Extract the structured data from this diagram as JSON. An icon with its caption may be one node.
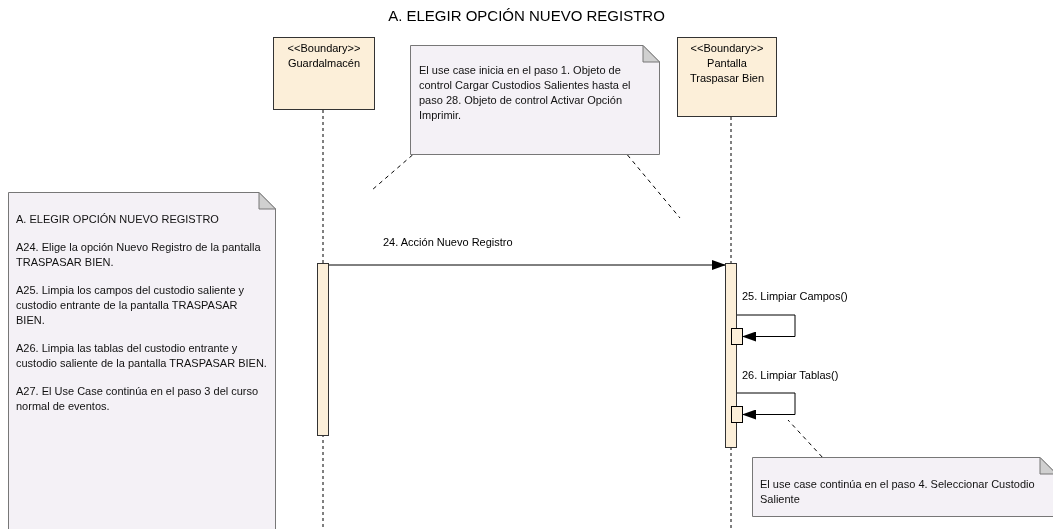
{
  "diagram": {
    "title": "A. ELEGIR OPCIÓN NUEVO REGISTRO",
    "nodes": [
      {
        "text": [
          "<<Boundary>>",
          "Guardalmacén"
        ]
      },
      {
        "text": [
          "<<Boundary>>",
          "Pantalla Traspasar Bien"
        ]
      },
      {
        "text": [
          "El use case inicia en el paso 1. Objeto de control Cargar Custodios Salientes hasta el paso 28. Objeto de control Activar Opción Imprimir."
        ]
      },
      {
        "text": [
          "A. ELEGIR OPCIÓN NUEVO REGISTRO",
          "A24. Elige la opción Nuevo Registro de la pantalla TRASPASAR BIEN.",
          "A25. Limpia los campos del custodio saliente y custodio entrante de la pantalla TRASPASAR BIEN.",
          "A26. Limpia las tablas del custodio entrante y custodio saliente de la pantalla TRASPASAR BIEN.",
          "A27. El Use Case continúa en el paso 3 del curso normal de eventos."
        ]
      },
      {
        "text": [
          "El use case continúa en el paso 4. Seleccionar Custodio Saliente"
        ]
      },
      {
        "text": [],
        "shape": "bar"
      },
      {
        "text": [],
        "shape": "bar"
      },
      {
        "text": [],
        "shape": "box"
      },
      {
        "text": [],
        "shape": "box"
      }
    ],
    "edges": [
      {
        "from": 5,
        "to": 6,
        "arrow": "to",
        "label": "24. Acción Nuevo Registro"
      },
      {
        "from": 6,
        "to": 7,
        "arrow": "to",
        "label": "25. Limpiar Campos()"
      },
      {
        "from": 6,
        "to": 8,
        "arrow": "to",
        "label": "26. Limpiar Tablas()"
      },
      {
        "from": 2,
        "to": null,
        "arrow": "none",
        "style": "dashed"
      },
      {
        "from": 2,
        "to": null,
        "arrow": "none",
        "style": "dashed"
      },
      {
        "from": 4,
        "to": null,
        "arrow": "none",
        "style": "dashed"
      }
    ]
  }
}
